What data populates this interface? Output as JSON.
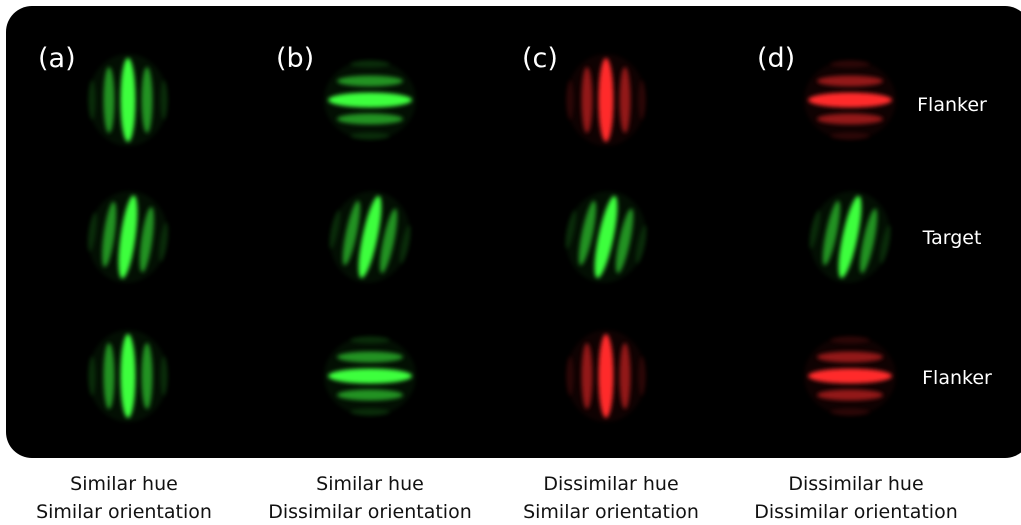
{
  "background_color": "#000000",
  "colors": {
    "green": "#3cff3c",
    "red": "#ff2a2a"
  },
  "row_labels": {
    "flanker_top": "Flanker",
    "target": "Target",
    "flanker_bottom": "Flanker"
  },
  "panels": [
    {
      "letter": "(a)",
      "caption": [
        "Similar hue",
        "Similar orientation"
      ],
      "target": {
        "hue": "green",
        "orientation_deg": 8
      },
      "flanker": {
        "hue": "green",
        "orientation_deg": 0
      }
    },
    {
      "letter": "(b)",
      "caption": [
        "Similar hue",
        "Dissimilar orientation"
      ],
      "target": {
        "hue": "green",
        "orientation_deg": 12
      },
      "flanker": {
        "hue": "green",
        "orientation_deg": 90
      }
    },
    {
      "letter": "(c)",
      "caption": [
        "Dissimilar hue",
        "Similar orientation"
      ],
      "target": {
        "hue": "green",
        "orientation_deg": 12
      },
      "flanker": {
        "hue": "red",
        "orientation_deg": 0
      }
    },
    {
      "letter": "(d)",
      "caption": [
        "Dissimilar hue",
        "Dissimilar orientation"
      ],
      "target": {
        "hue": "green",
        "orientation_deg": 12
      },
      "flanker": {
        "hue": "red",
        "orientation_deg": 90
      }
    }
  ]
}
